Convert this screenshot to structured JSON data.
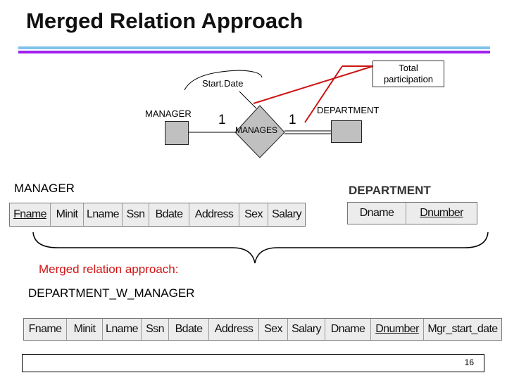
{
  "title": "Merged Relation Approach",
  "er": {
    "start_date": "Start.Date",
    "manager_entity": "MANAGER",
    "relationship": "MANAGES",
    "department_entity": "DEPARTMENT",
    "card_left": "1",
    "card_right": "1",
    "callout": [
      "Total",
      "participation"
    ]
  },
  "manager_table": {
    "heading": "MANAGER",
    "columns": [
      "Fname",
      "Minit",
      "Lname",
      "Ssn",
      "Bdate",
      "Address",
      "Sex",
      "Salary"
    ]
  },
  "department_table": {
    "heading": "DEPARTMENT",
    "columns": [
      "Dname",
      "Dnumber"
    ]
  },
  "merged_label": "Merged relation approach:",
  "merged_table": {
    "heading": "DEPARTMENT_W_MANAGER",
    "columns": [
      "Fname",
      "Minit",
      "Lname",
      "Ssn",
      "Bdate",
      "Address",
      "Sex",
      "Salary",
      "Dname",
      "Dnumber",
      "Mgr_start_date"
    ]
  },
  "page_number": "16",
  "colors": {
    "rule_blue": "#7fc3ea",
    "rule_purple": "#a020f0",
    "accent_red": "#d21414",
    "line_red": "#cc1414"
  }
}
